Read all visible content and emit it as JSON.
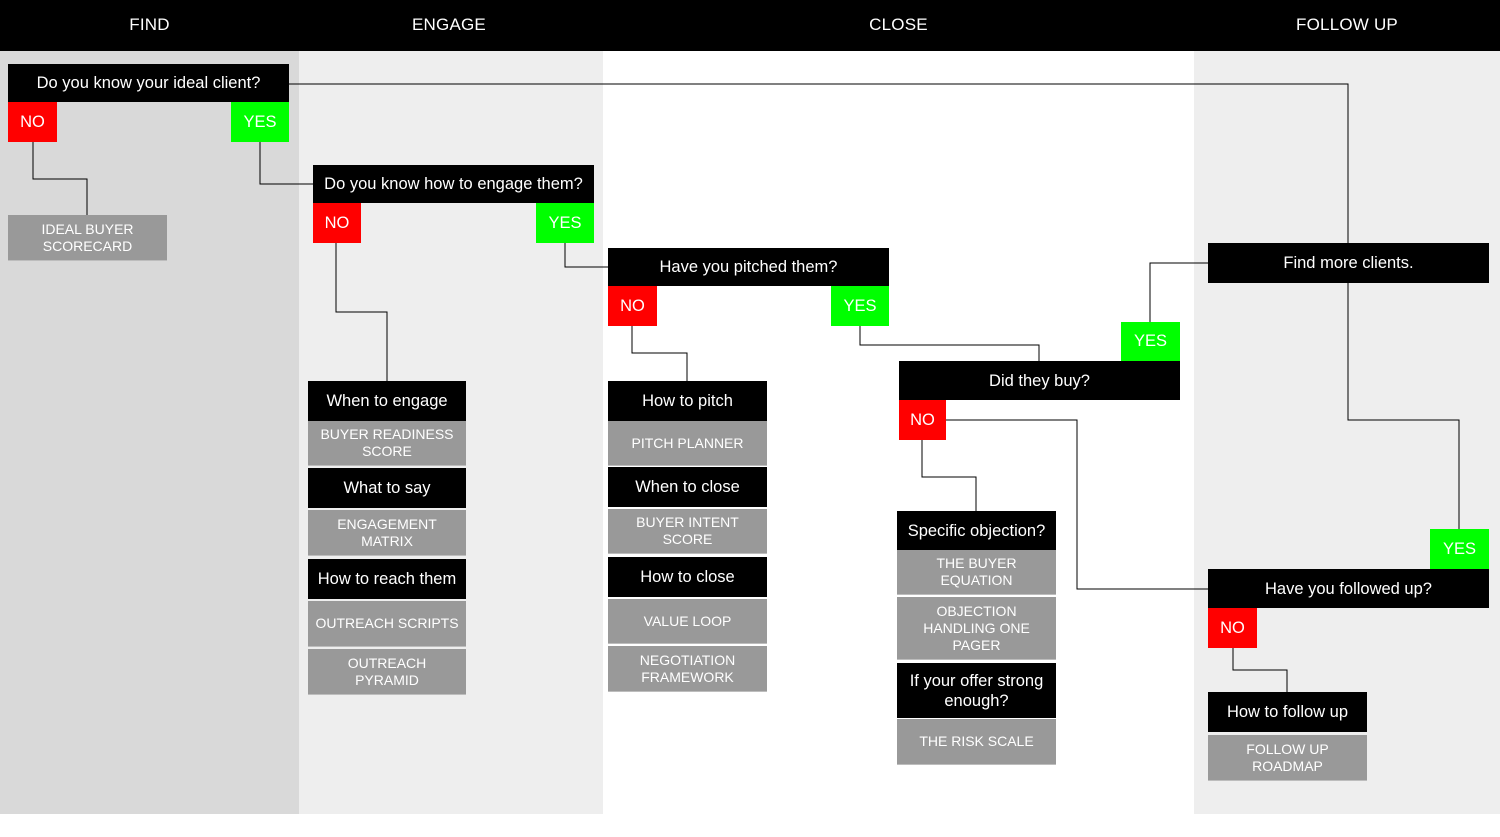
{
  "columns": [
    "FIND",
    "ENGAGE",
    "CLOSE",
    "FOLLOW UP"
  ],
  "questions": {
    "ideal_client": "Do you know your ideal client?",
    "engage_them": "Do you know how to engage them?",
    "pitched": "Have you pitched them?",
    "did_buy": "Did they buy?",
    "find_more": "Find more clients.",
    "followed_up": "Have you followed up?"
  },
  "answers": {
    "no": "NO",
    "yes": "YES"
  },
  "find": {
    "tool": "IDEAL BUYER SCORECARD"
  },
  "engage": {
    "when_to_engage": "When to engage",
    "buyer_readiness": "BUYER READINESS SCORE",
    "what_to_say": "What to say",
    "engagement_matrix": "ENGAGEMENT MATRIX",
    "how_to_reach": "How to reach them",
    "outreach_scripts": "OUTREACH SCRIPTS",
    "outreach_pyramid": "OUTREACH PYRAMID"
  },
  "close": {
    "how_to_pitch": "How to pitch",
    "pitch_planner": "PITCH PLANNER",
    "when_to_close": "When to close",
    "buyer_intent": "BUYER INTENT SCORE",
    "how_to_close": "How to close",
    "value_loop": "VALUE LOOP",
    "negotiation": "NEGOTIATION FRAMEWORK",
    "specific_objection": "Specific objection?",
    "buyer_equation": "THE BUYER EQUATION",
    "objection_pager": "OBJECTION HANDLING ONE PAGER",
    "offer_strong": "If your offer strong enough?",
    "risk_scale": "THE RISK SCALE"
  },
  "follow_up": {
    "how_to_follow": "How to follow up",
    "roadmap": "FOLLOW UP ROADMAP"
  },
  "colors": {
    "no": "#ff0000",
    "yes": "#00ff00",
    "question": "#000000",
    "tool": "#999999"
  }
}
